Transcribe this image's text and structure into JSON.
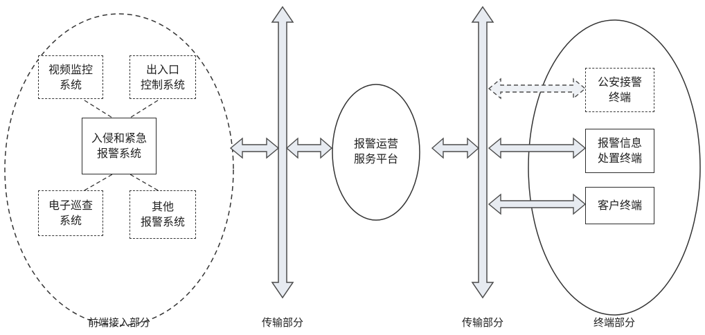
{
  "boxes": {
    "video": "视频监控\n系统",
    "access": "出入口\n控制系统",
    "intrusion": "入侵和紧急\n报警系统",
    "patrol": "电子巡查\n系统",
    "other": "其他\n报警系统",
    "police": "公安接警\n终端",
    "info": "报警信息\n处置终端",
    "customer": "客户终端"
  },
  "platform": "报警运营\n服务平台",
  "captions": {
    "front": "前端接入部分",
    "trans1": "传输部分",
    "trans2": "传输部分",
    "terminal": "终端部分"
  },
  "colors": {
    "arrow_fill": "#e7ebf1",
    "arrow_stroke": "#4a4a4a",
    "line": "#333333"
  }
}
